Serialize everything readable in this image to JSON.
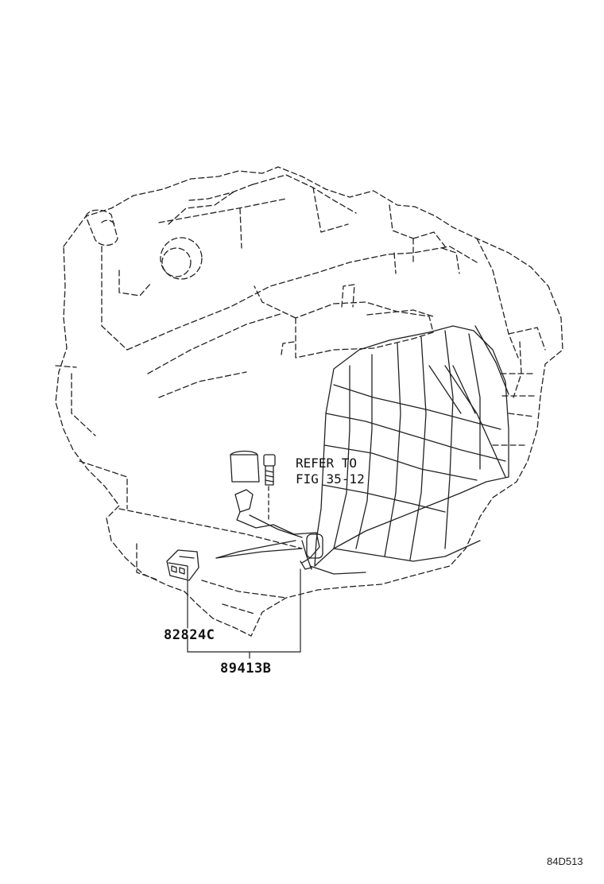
{
  "diagram": {
    "reference_note": {
      "line1": "REFER TO",
      "line2": "FIG 35-12"
    },
    "part_numbers": {
      "connector": "82824C",
      "sensor_assembly": "89413B"
    },
    "illustration_code": "84D513"
  }
}
